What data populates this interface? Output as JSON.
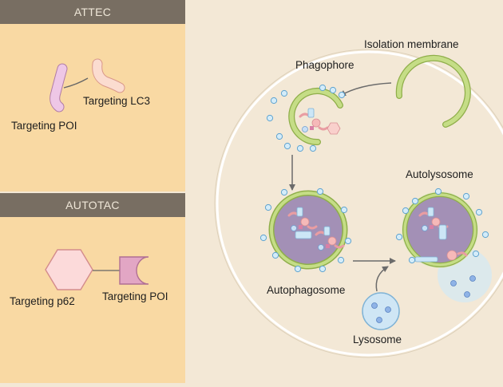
{
  "panels": {
    "attec": {
      "header": "ATTEC",
      "label_poi": "Targeting POI",
      "label_lc3": "Targeting LC3"
    },
    "autotac": {
      "header": "AUTOTAC",
      "label_p62": "Targeting p62",
      "label_poi": "Targeting POI"
    }
  },
  "cell": {
    "isolation_membrane": "Isolation membrane",
    "phagophore": "Phagophore",
    "autophagosome": "Autophagosome",
    "autolysosome": "Autolysosome",
    "lysosome": "Lysosome"
  },
  "colors": {
    "panel_fill": "#f9d9a3",
    "header_fill": "#786e62",
    "cell_fill": "#f3e8d6",
    "membrane": "#b7d36f",
    "vesicle_interior": "#a390b6",
    "lysosome": "#cfe6f5",
    "poi_ligand": "#eec7e6",
    "lc3_ligand": "#fbdcd0",
    "p62_ligand": "#fcdada",
    "autotac_poi": "#e2a6c4"
  }
}
